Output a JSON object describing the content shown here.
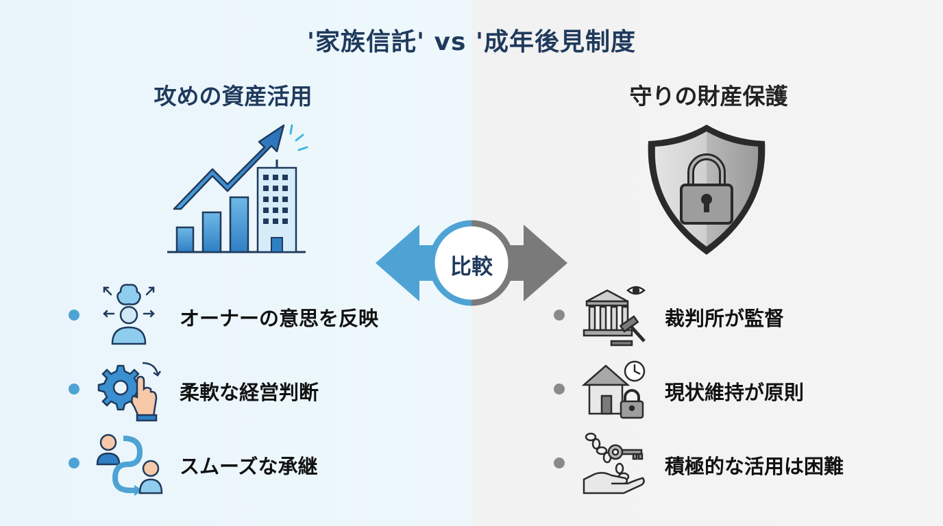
{
  "title": "'家族信託' vs '成年後見制度",
  "left": {
    "heading": "攻めの資産活用",
    "items": [
      {
        "label": "オーナーの意思を反映",
        "icon": "person-brain-arrows-icon"
      },
      {
        "label": "柔軟な経営判断",
        "icon": "gear-hand-icon"
      },
      {
        "label": "スムーズな承継",
        "icon": "generation-handover-icon"
      }
    ],
    "hero_icon": "growth-chart-building-icon"
  },
  "right": {
    "heading": "守りの財産保護",
    "items": [
      {
        "label": "裁判所が監督",
        "icon": "court-gavel-eye-icon"
      },
      {
        "label": "現状維持が原則",
        "icon": "house-lock-clock-icon"
      },
      {
        "label": "積極的な活用は困難",
        "icon": "chained-key-hand-icon"
      }
    ],
    "hero_icon": "shield-lock-icon"
  },
  "center": {
    "label": "比較",
    "icon": "double-arrow-icon"
  },
  "colors": {
    "accent_blue": "#4ea3d4",
    "navy": "#1f3a5c",
    "gray": "#8a8a8a"
  }
}
